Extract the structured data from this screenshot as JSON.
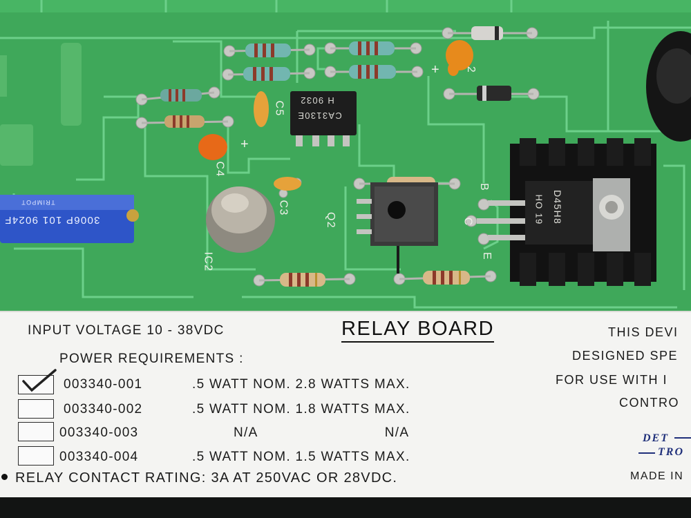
{
  "pcb": {
    "silkscreen": {
      "c5": "C5",
      "c4": "C4",
      "c3": "C3",
      "c2": "2",
      "plus_a": "+",
      "plus_b": "+",
      "ic2": "IC2",
      "q2": "Q2",
      "pin_b": "B",
      "pin_c": "C",
      "pin_e": "E"
    },
    "chip_ca3130e": {
      "line1": "H 9032",
      "line2": "CA3130E"
    },
    "trimpot": {
      "line1": "3006P  101  9024F",
      "line2": "TRIMPOT"
    },
    "transistor": {
      "line1": "D45H8",
      "line2": "HO   19"
    },
    "colors": {
      "pcb": "#3fa85a",
      "trace": "#6cd08a",
      "pad": "#c8c8c4",
      "heatsink": "#121212"
    }
  },
  "label": {
    "input_voltage": "INPUT VOLTAGE 10 - 38VDC",
    "title": "RELAY BOARD",
    "power_requirements": "POWER REQUIREMENTS :",
    "options": [
      {
        "part": "003340-001",
        "spec": ".5 WATT NOM.  2.8 WATTS MAX.",
        "checked": true
      },
      {
        "part": "003340-002",
        "spec": ".5 WATT NOM.   1.8 WATTS MAX.",
        "checked": false
      },
      {
        "part": "003340-003",
        "spec": "N/A                            N/A",
        "checked": false
      },
      {
        "part": "003340-004",
        "spec": ".5 WATT NOM.   1.5 WATTS  MAX.",
        "checked": false
      }
    ],
    "contact_rating": "RELAY CONTACT RATING: 3A AT 250VAC OR 28VDC.",
    "right_lines": [
      "THIS DEVI",
      "DESIGNED SPE",
      "FOR USE WITH I",
      "CONTRO"
    ],
    "logo_top": "DET",
    "logo_bottom": "TRO",
    "made_in": "MADE IN"
  }
}
